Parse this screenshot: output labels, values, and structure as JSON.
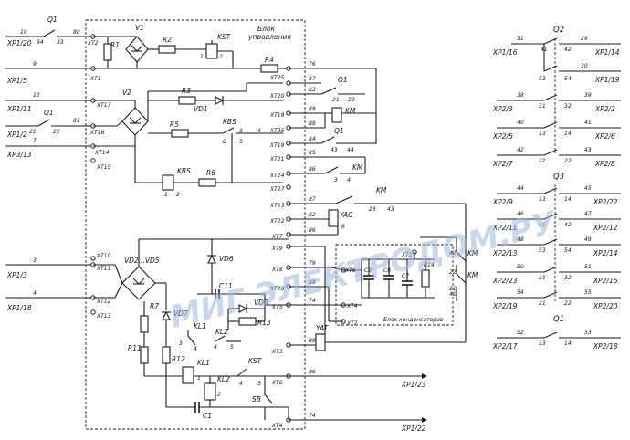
{
  "control_block": {
    "title_line1": "Блок",
    "title_line2": "управления"
  },
  "capacitor_block": {
    "title": "Блок конденсаторов"
  },
  "watermark": {
    "text": "МИГ ЭЛЕКТРОДОМ.РУ",
    "color": "#9db6dc"
  },
  "colors": {
    "ink": "#1a1a1a",
    "paper": "#ffffff"
  },
  "left_ext": {
    "xp1_20": "XP1/20",
    "xp1_5": "XP1/5",
    "xp1_11": "XP1/11",
    "xp1_2": "XP1/2",
    "xp3_13": "XP3/13",
    "xp1_3": "XP1/3",
    "xp1_18": "XP1/18"
  },
  "wires_left": {
    "w10": "10",
    "w34": "34",
    "w33": "33",
    "w80": "80",
    "w9": "9",
    "w12": "12",
    "w21": "21",
    "w22": "22",
    "w81": "81",
    "w7": "7",
    "w3": "3",
    "w4": "4"
  },
  "q1_top": "Q1",
  "q1_mid": "Q1",
  "terminals": {
    "xt2": "XT2",
    "xt1": "XT1",
    "xt17": "XT17",
    "xt16": "XT16",
    "xt14": "XT14",
    "xt15": "XT15",
    "xt10": "XT10",
    "xt11": "XT11",
    "xt12": "XT12",
    "xt13": "XT13",
    "xt25a": "XT25",
    "xt20": "XT20",
    "xt19a": "XT19",
    "xt25b": "XT25",
    "xt19b": "XT19",
    "xt21": "XT21",
    "xt24": "XT24",
    "xt27": "XT27",
    "xt23": "XT23",
    "xt22": "XT22",
    "xt7": "XT7",
    "xt9": "XT9",
    "xt8": "XT8",
    "xt28": "XT28",
    "xt5": "XT5",
    "xt3": "XT3",
    "xt6": "XT6",
    "xt4a": "XT4",
    "xt_cap1": "XT1",
    "xt_cap6": "XT6",
    "xt_cap4": "XT4",
    "xt_cap2": "XT2"
  },
  "components": {
    "v1": "V1",
    "v2": "V2",
    "r1": "R1",
    "r2": "R2",
    "kst_top": "KST",
    "r3": "R3",
    "vd1": "VD1",
    "r4": "R4",
    "r5": "R5",
    "kbs_a": "KBS",
    "kbs_b": "KBS",
    "r6": "R6",
    "km_coil": "KM",
    "km_c1": "KM",
    "km_c2": "KM",
    "km_c3": "KM",
    "km_c4": "KM",
    "q1_c2": "Q1",
    "q1_c3": "Q1",
    "yac": "YAC",
    "yat": "YAT",
    "vd2_5": "VD2...VD5",
    "vd6": "VD6",
    "vd7": "VD7",
    "vd8": "VD8",
    "r7": "R7",
    "r11": "R11",
    "r12": "R12",
    "r13": "R13",
    "c11": "C11",
    "kl1a": "KL1",
    "kl1b": "KL1",
    "kl2a": "KL2",
    "kl2b": "KL2",
    "kst_b": "KST",
    "sb": "SB",
    "c1": "C1",
    "c2": "C2",
    "c6": "C6",
    "c7": "C7",
    "r14": "R14"
  },
  "inner_nums": {
    "n76": "76",
    "n87": "87",
    "n83": "83",
    "n89": "89",
    "n84": "84",
    "n85": "85",
    "n88": "88",
    "n82": "82",
    "n86": "86",
    "n74": "74",
    "n79": "79",
    "n90": "90",
    "n23": "23",
    "n43": "43",
    "n1": "1",
    "n2": "2",
    "n3": "3",
    "n4": "4",
    "n5": "5",
    "n6": "6",
    "n8": "8",
    "n21": "21",
    "n22": "22",
    "n41": "41",
    "n42": "42",
    "n44": "44"
  },
  "right_out": {
    "xp1_23": "XP1/23",
    "xp1_22": "XP1/22"
  },
  "q2": {
    "title": "Q2",
    "rows": [
      {
        "left_ext": "XP1/16",
        "left_wire": "31",
        "p1": "41",
        "p2": "42",
        "right_wire": "29",
        "right_ext": "XP1/14"
      },
      {
        "left_ext": "",
        "left_wire": "",
        "p1": "53",
        "p2": "54",
        "right_wire": "30",
        "right_ext": "XP1/19"
      },
      {
        "left_ext": "XP2/3",
        "left_wire": "38",
        "p1": "31",
        "p2": "32",
        "right_wire": "39",
        "right_ext": "XP2/2"
      },
      {
        "left_ext": "XP2/5",
        "left_wire": "40",
        "p1": "13",
        "p2": "14",
        "right_wire": "41",
        "right_ext": "XP2/6"
      },
      {
        "left_ext": "XP2/7",
        "left_wire": "42",
        "p1": "21",
        "p2": "22",
        "right_wire": "43",
        "right_ext": "XP2/8"
      }
    ]
  },
  "q3": {
    "title": "Q3",
    "rows": [
      {
        "left_ext": "XP2/9",
        "left_wire": "44",
        "p1": "13",
        "p2": "14",
        "right_wire": "45",
        "right_ext": "XP2/22"
      },
      {
        "left_ext": "XP2/11",
        "left_wire": "46",
        "p1": "41",
        "p2": "42",
        "right_wire": "47",
        "right_ext": "XP2/12"
      },
      {
        "left_ext": "XP2/13",
        "left_wire": "48",
        "p1": "53",
        "p2": "54",
        "right_wire": "49",
        "right_ext": "XP2/14"
      },
      {
        "left_ext": "XP2/23",
        "left_wire": "50",
        "p1": "31",
        "p2": "32",
        "right_wire": "51",
        "right_ext": "XP2/16"
      },
      {
        "left_ext": "XP2/19",
        "left_wire": "54",
        "p1": "21",
        "p2": "22",
        "right_wire": "55",
        "right_ext": "XP2/20"
      }
    ]
  },
  "q1_bottom": {
    "title": "Q1",
    "left_ext": "XP2/17",
    "left_wire": "52",
    "p1": "13",
    "p2": "14",
    "right_wire": "53",
    "right_ext": "XP2/18"
  }
}
